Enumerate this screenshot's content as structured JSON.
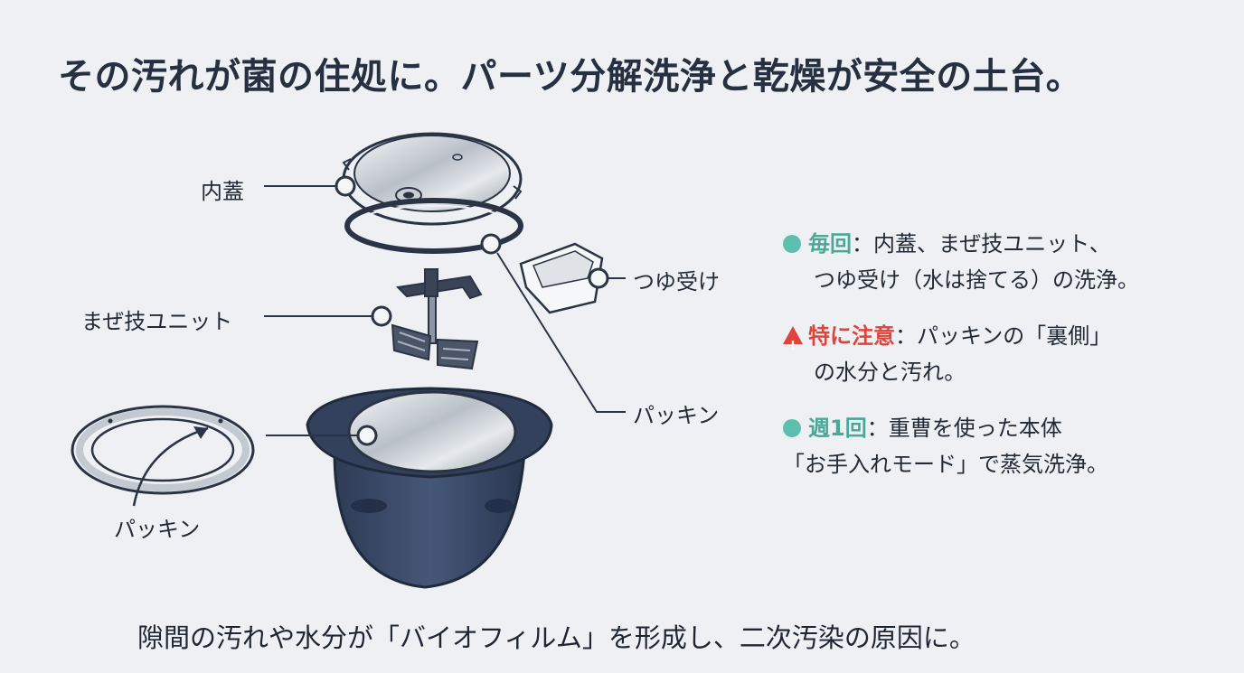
{
  "title": "その汚れが菌の住処に。パーツ分解洗浄と乾燥が安全の土台。",
  "labels": {
    "inner_lid": "内蓋",
    "mazewaza_unit": "まぜ技ユニット",
    "gasket_left": "パッキン",
    "dew_tray": "つゆ受け",
    "gasket_right": "パッキン"
  },
  "notes": [
    {
      "key": "毎回",
      "sep": "：",
      "text1": "内蓋、まぜ技ユニット、",
      "text2": "つゆ受け（水は捨てる）の洗浄。"
    },
    {
      "key": "特に注意",
      "sep": "：",
      "text1": "パッキンの「裏側」",
      "text2": "の水分と汚れ。"
    },
    {
      "key": "週1回",
      "sep": "：",
      "text1": "重曹を使った本体",
      "text2": "「お手入れモード」で蒸気洗浄。"
    }
  ],
  "footer": "隙間の汚れや水分が「バイオフィルム」を形成し、二次汚染の原因に。",
  "colors": {
    "accent_teal": "#5dbfad",
    "warning_red": "#e0433b",
    "pot_body": "#3a4a66",
    "line": "#2b3445"
  }
}
